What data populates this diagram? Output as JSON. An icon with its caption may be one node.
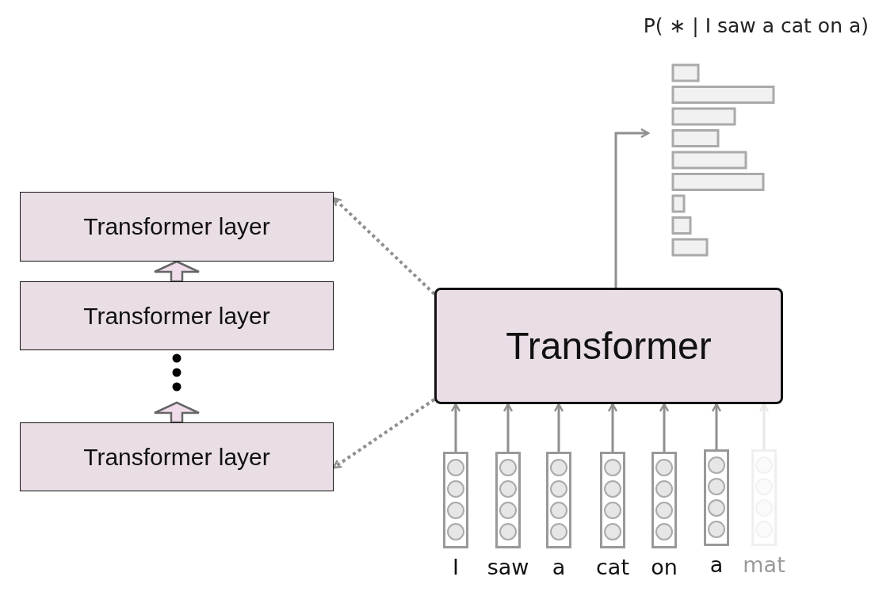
{
  "diagram": {
    "nodes": [
      {
        "text": [
          "Transformer layer"
        ]
      },
      {
        "text": [
          "Transformer layer"
        ]
      },
      {
        "text": [
          "Transformer layer"
        ]
      },
      {
        "text": [
          "Transformer"
        ]
      },
      {
        "text": [],
        "shape": "picture"
      },
      {
        "text": [],
        "shape": "box",
        "beside": [
          "I"
        ]
      },
      {
        "text": [],
        "shape": "box",
        "beside": [
          "saw"
        ]
      },
      {
        "text": [],
        "shape": "box",
        "beside": [
          "a"
        ]
      },
      {
        "text": [],
        "shape": "box",
        "beside": [
          "cat"
        ]
      },
      {
        "text": [],
        "shape": "box",
        "beside": [
          "on"
        ]
      },
      {
        "text": [],
        "shape": "box",
        "beside": [
          "a"
        ]
      },
      {
        "text": [],
        "shape": "box",
        "beside": [
          "mat"
        ]
      }
    ],
    "edges": [
      {
        "from": 1,
        "to": 0,
        "arrow": "to",
        "style": "thick"
      },
      {
        "from": 2,
        "to": null,
        "arrow": "to",
        "style": "thick"
      },
      {
        "from": 3,
        "to": 0,
        "arrow": "to",
        "style": "dashed"
      },
      {
        "from": 3,
        "to": 2,
        "arrow": "to",
        "style": "dashed"
      },
      {
        "from": 3,
        "to": 4,
        "arrow": "to"
      },
      {
        "from": 5,
        "to": 3,
        "arrow": "to"
      },
      {
        "from": 6,
        "to": 3,
        "arrow": "to"
      },
      {
        "from": 7,
        "to": 3,
        "arrow": "to"
      },
      {
        "from": 8,
        "to": 3,
        "arrow": "to"
      },
      {
        "from": 9,
        "to": 3,
        "arrow": "to"
      },
      {
        "from": 10,
        "to": 3,
        "arrow": "to"
      },
      {
        "from": 11,
        "to": 3,
        "arrow": "to",
        "color": "#e8e8e8"
      }
    ],
    "labels": [
      "P( ∗ | I saw a cat on a)"
    ]
  }
}
